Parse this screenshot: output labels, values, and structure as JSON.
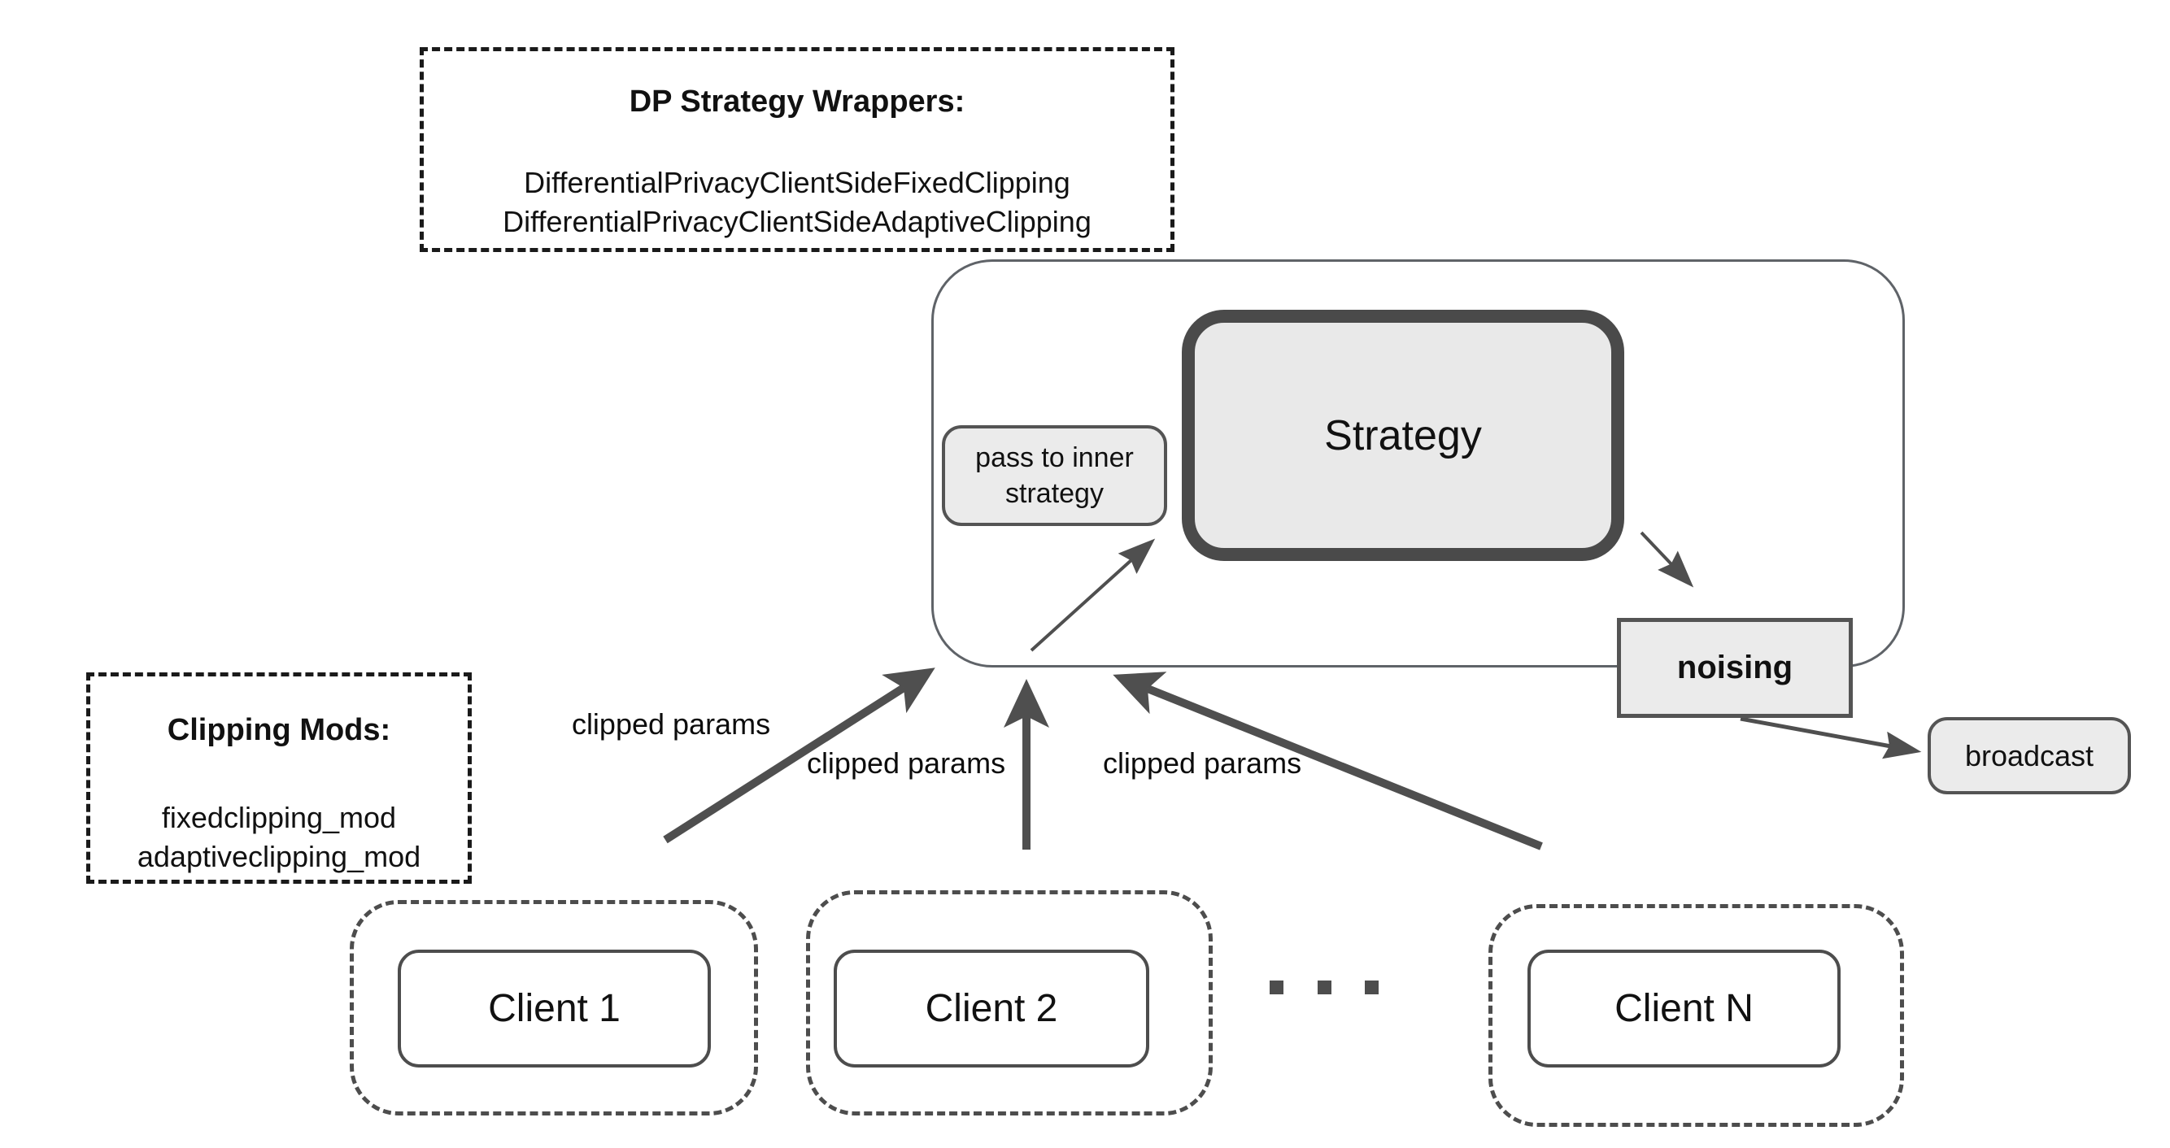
{
  "diagram": {
    "dp_wrappers": {
      "title": "DP Strategy Wrappers:",
      "items": [
        "DifferentialPrivacyClientSideFixedClipping",
        "DifferentialPrivacyClientSideAdaptiveClipping"
      ]
    },
    "clipping_mods": {
      "title": "Clipping Mods:",
      "items": [
        "fixedclipping_mod",
        "adaptiveclipping_mod"
      ]
    },
    "server": {
      "strategy": "Strategy",
      "pass_to_inner": "pass to inner strategy",
      "noising": "noising",
      "broadcast": "broadcast"
    },
    "clients": [
      {
        "label": "Client 1"
      },
      {
        "label": "Client 2"
      },
      {
        "label": "Client N"
      }
    ],
    "ellipsis": "...",
    "arrow_labels": [
      "clipped params",
      "clipped params",
      "clipped params"
    ],
    "colors": {
      "node_fill": "#ebebeb",
      "strategy_fill": "#e9e9e9",
      "border_dark": "#4d4d4d",
      "arrow": "#4f4f4f",
      "container_border": "#5f6368",
      "note_dash": "#1a1a1a"
    }
  }
}
